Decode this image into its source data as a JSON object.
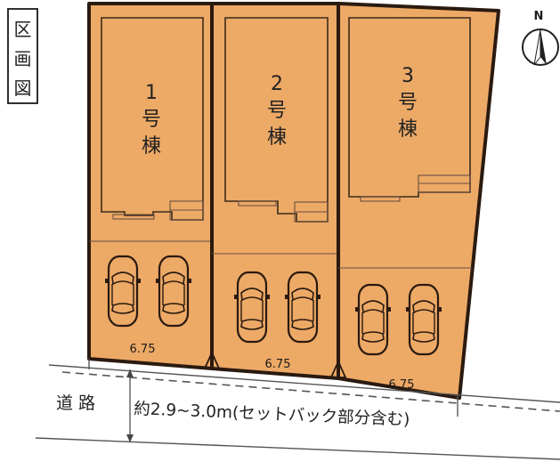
{
  "title": "区画図",
  "title_chars": [
    "区",
    "画",
    "図"
  ],
  "north_label": "N",
  "lots": [
    {
      "number": "1",
      "label_line2": "号",
      "label_line3": "棟",
      "frontage": "6.75"
    },
    {
      "number": "2",
      "label_line2": "号",
      "label_line3": "棟",
      "frontage": "6.75"
    },
    {
      "number": "3",
      "label_line2": "号",
      "label_line3": "棟",
      "frontage": "6.75"
    }
  ],
  "road": {
    "label": "道 路",
    "width_text": "約2.9~3.0m(セットバック部分含む)"
  },
  "colors": {
    "lot_fill": "#eda966",
    "outline": "#2a1a10",
    "road_line": "#555555"
  }
}
